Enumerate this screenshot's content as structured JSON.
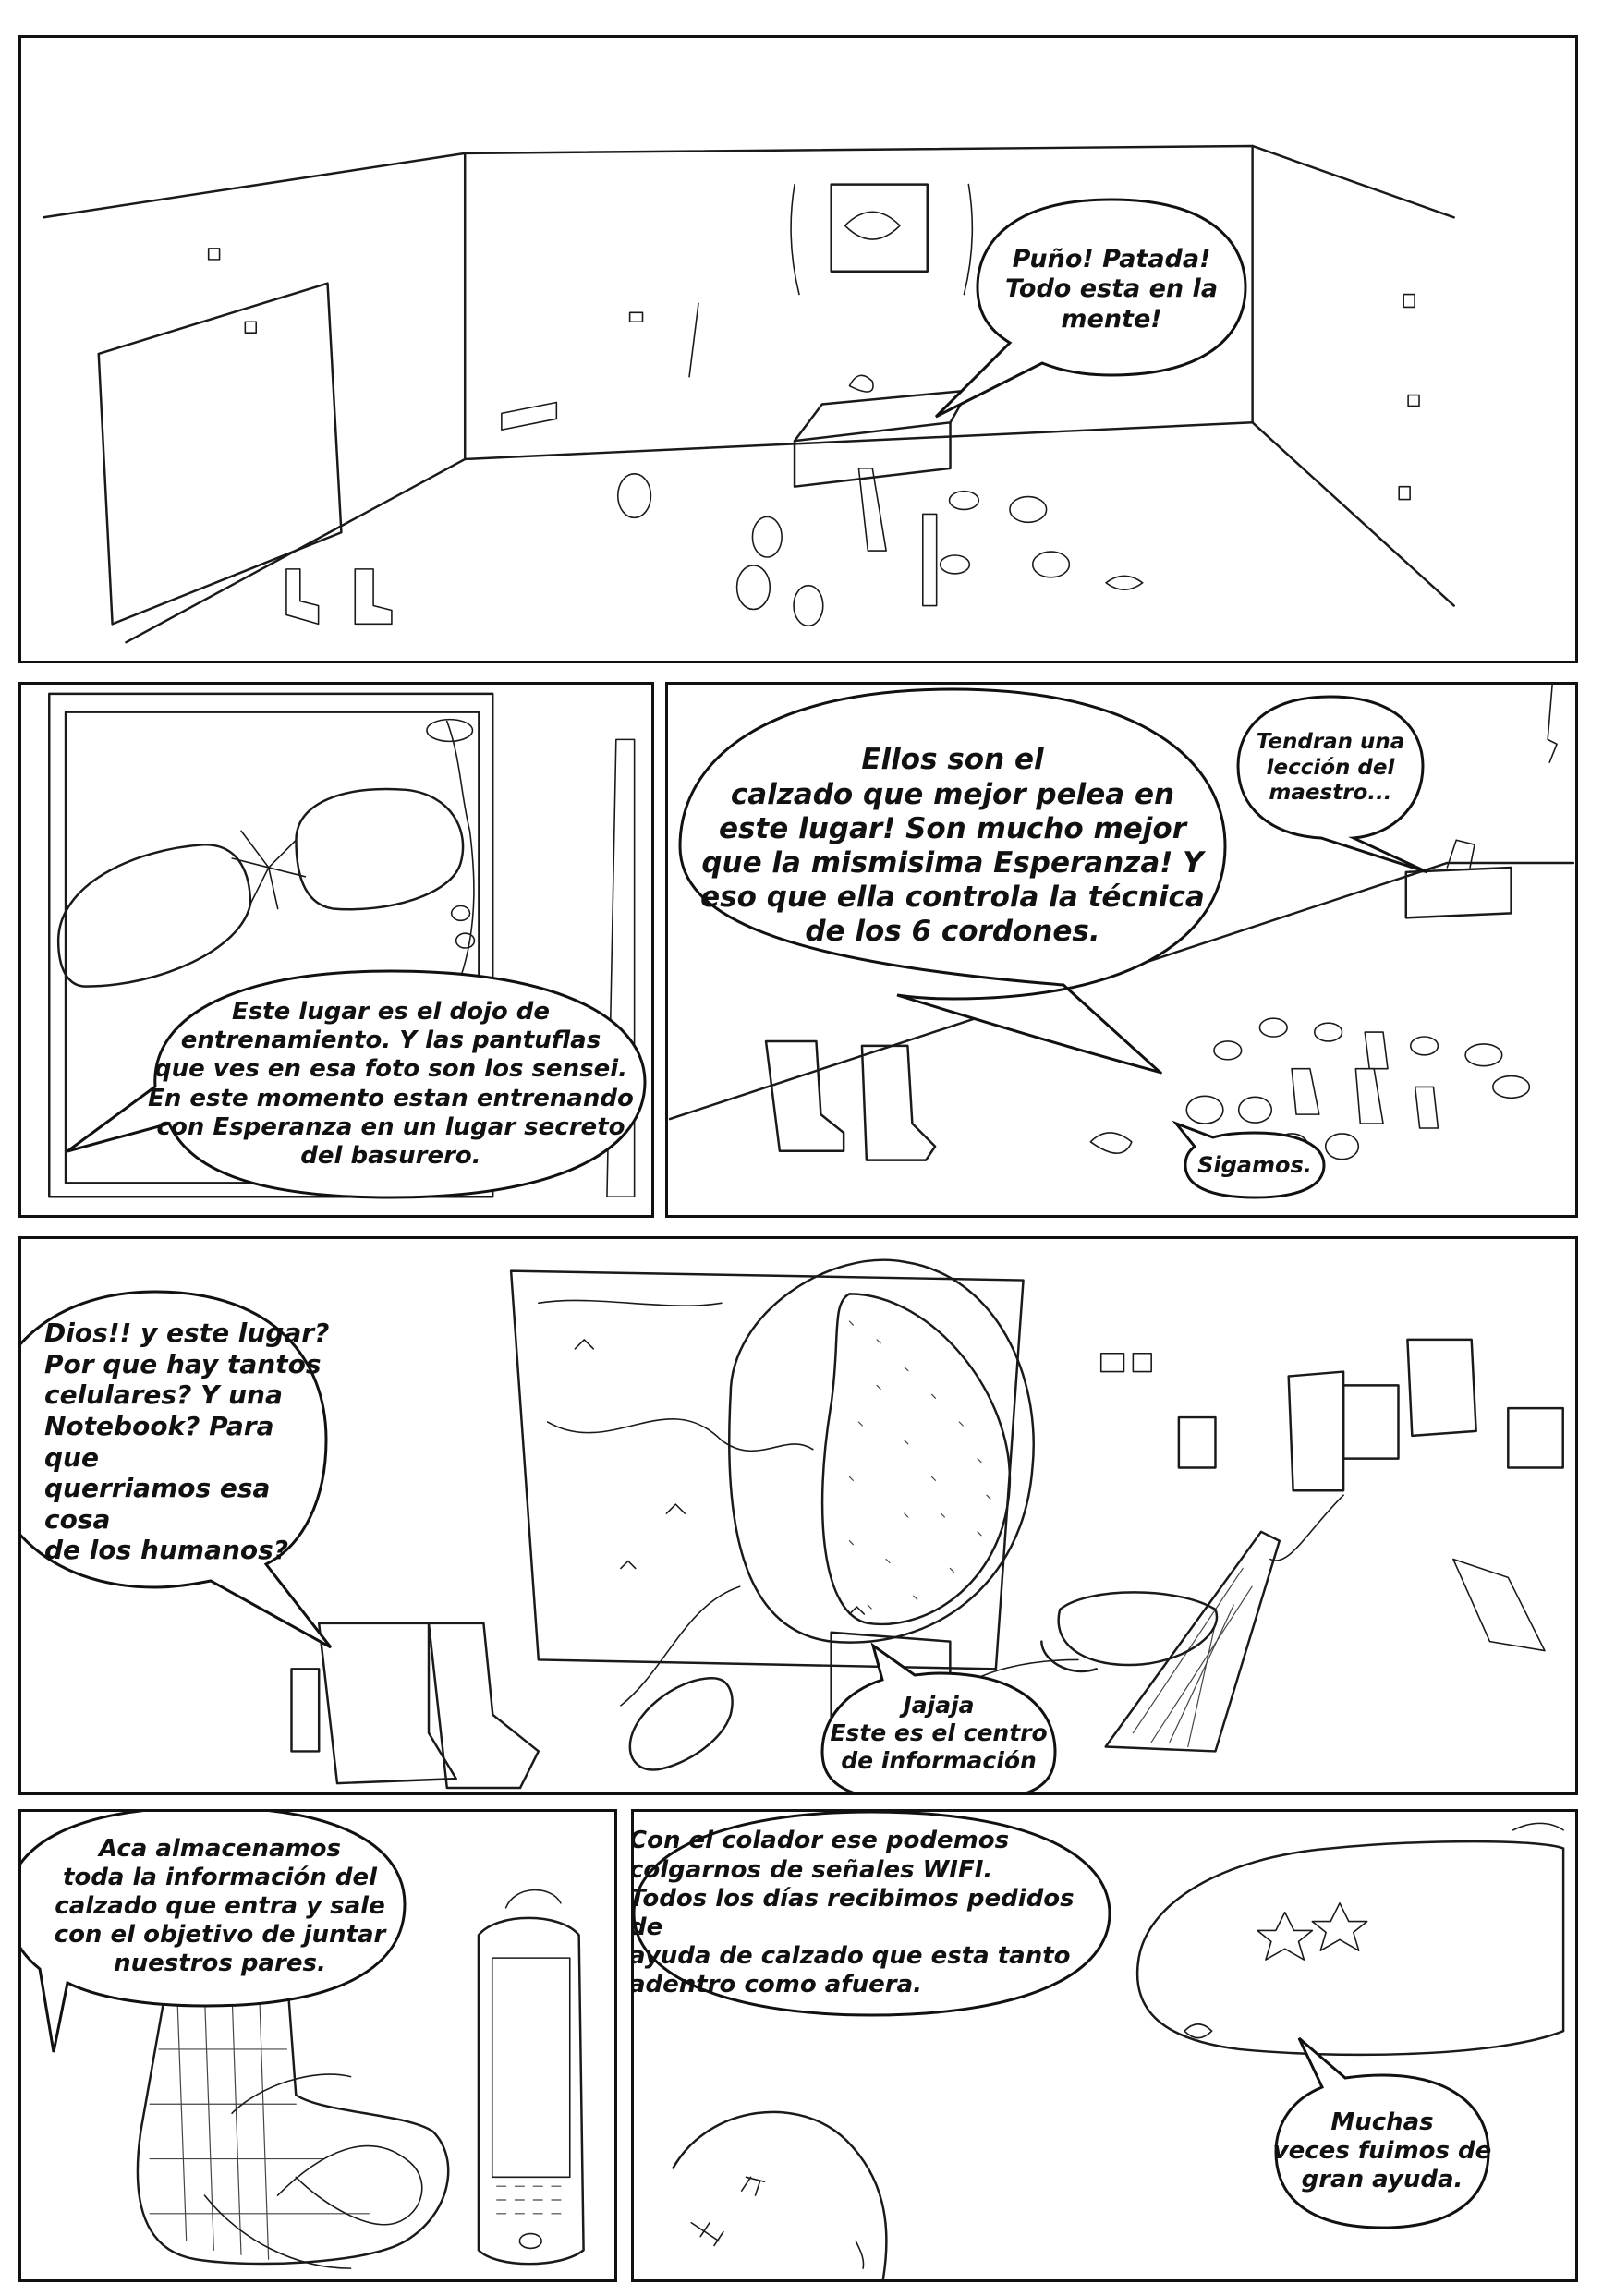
{
  "panels": {
    "p1": {
      "speech": "Puño! Patada!\nTodo esta en la\nmente!"
    },
    "p2": {
      "speech": "Este lugar es el dojo de\nentrenamiento. Y las pantuflas\nque ves en esa foto son los sensei.\nEn este momento estan entrenando\ncon Esperanza  en un lugar secreto\ndel basurero."
    },
    "p3": {
      "speech_main": "Ellos son el\ncalzado que mejor pelea en\neste lugar! Son mucho mejor\nque la mismisima Esperanza! Y\neso que ella controla la técnica\nde los 6 cordones.",
      "speech_teacher": "Tendran una\nlección del\nmaestro...",
      "speech_follow": "Sigamos."
    },
    "p4": {
      "speech_question": "Dios!! y este lugar?\nPor que hay tantos\ncelulares? Y una\nNotebook? Para que\nquerriamos esa cosa\nde los humanos?",
      "speech_answer": "Jajaja\nEste es el centro\nde información"
    },
    "p5": {
      "speech": "Aca almacenamos\ntoda la información del\ncalzado que entra y sale\ncon el objetivo de juntar\nnuestros pares."
    },
    "p6": {
      "speech_main": "Con el colador ese podemos\ncolgarnos de señales WIFI.\nTodos los días recibimos pedidos de\nayuda de calzado que esta tanto\nadentro como afuera.",
      "speech_small": "Muchas\nveces fuimos de\ngran ayuda."
    }
  }
}
